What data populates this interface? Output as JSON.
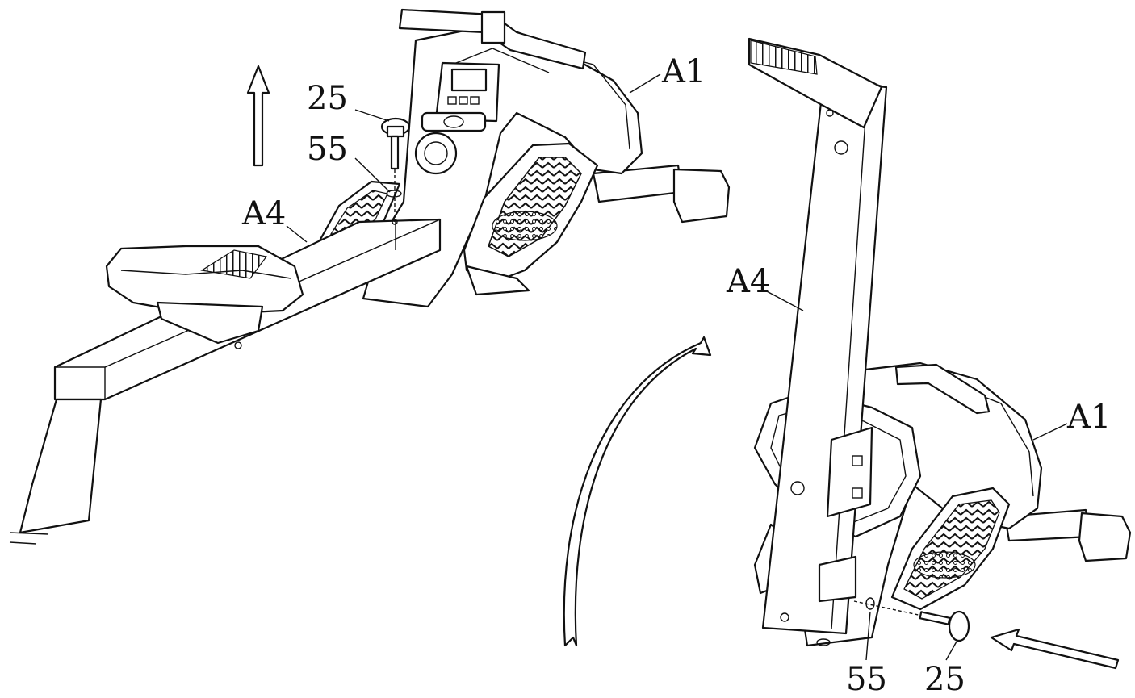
{
  "labels": {
    "left_part_25": "25",
    "left_part_55": "55",
    "left_frame_a4": "A4",
    "left_frame_a1": "A1",
    "right_frame_a4": "A4",
    "right_frame_a1": "A1",
    "right_part_55": "55",
    "right_part_25": "25"
  },
  "colors": {
    "line": "#111111",
    "background": "#ffffff"
  }
}
